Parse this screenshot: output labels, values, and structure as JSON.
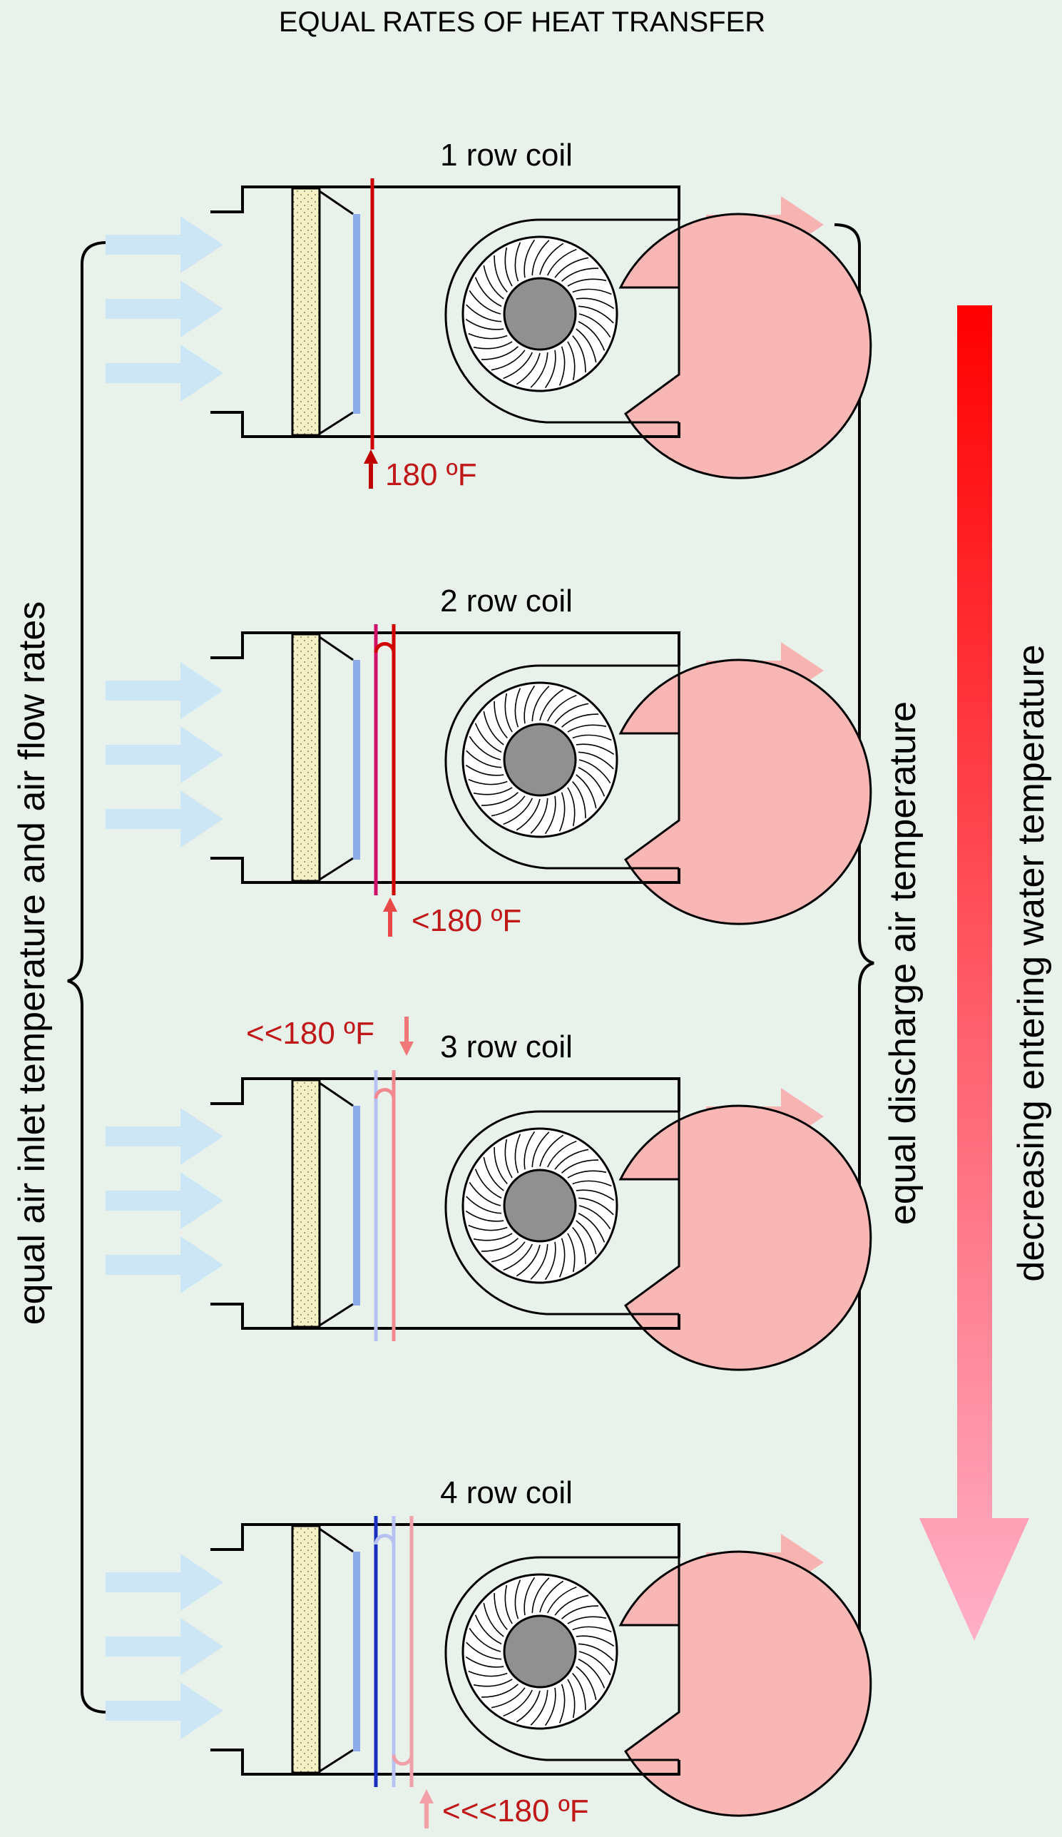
{
  "title": "EQUAL RATES OF HEAT TRANSFER",
  "left_label": "equal air inlet temperature and air flow rates",
  "right_label": "equal discharge air  temperature",
  "gradient_label": "decreasing entering water  temperature",
  "units": [
    {
      "label": "1 row coil",
      "rows": 1,
      "water_temp": "180 ºF"
    },
    {
      "label": "2 row coil",
      "rows": 2,
      "water_temp": "<180 ºF"
    },
    {
      "label": "3 row coil",
      "rows": 3,
      "water_temp": "<<180 ºF"
    },
    {
      "label": "4 row coil",
      "rows": 4,
      "water_temp": "<<<180 ºF"
    }
  ],
  "colors": {
    "background": "#e8f2ea",
    "inlet_air": "#cde6f6",
    "discharge_air": "#f7b3b2",
    "fan_housing": "#f8b6b5",
    "fan_hub": "#909090",
    "filter": "#f5f0c6",
    "water_hot": "#d00000",
    "water_cool": "#1830c0",
    "label_red": "#c01818",
    "gradient_top": "#ff0000",
    "gradient_bottom": "#ffb0c8"
  }
}
